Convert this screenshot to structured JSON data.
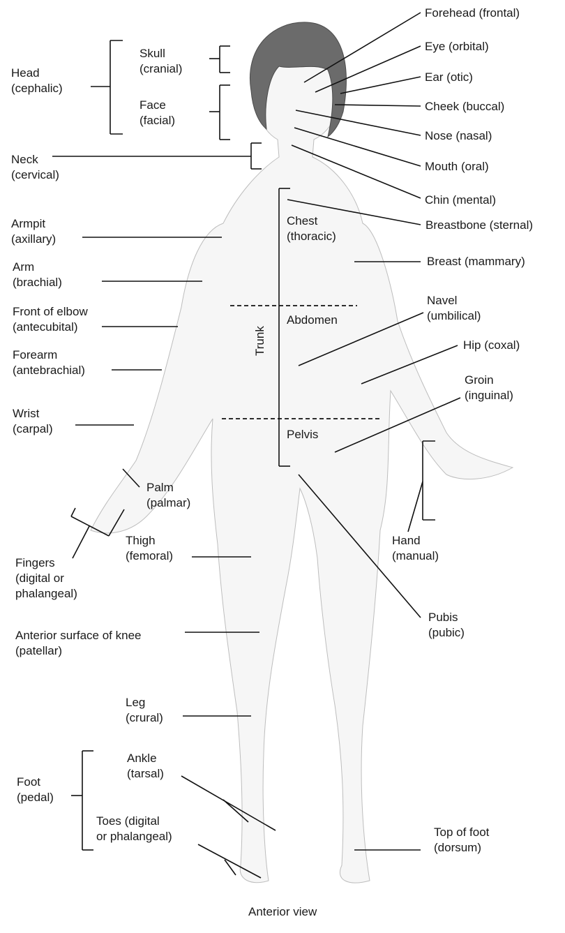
{
  "title": "Anterior view",
  "labels": {
    "head": [
      "Head",
      "(cephalic)"
    ],
    "skull": [
      "Skull",
      "(cranial)"
    ],
    "face": [
      "Face",
      "(facial)"
    ],
    "neck": [
      "Neck",
      "(cervical)"
    ],
    "forehead": [
      "Forehead (frontal)"
    ],
    "eye": [
      "Eye (orbital)"
    ],
    "ear": [
      "Ear (otic)"
    ],
    "cheek": [
      "Cheek (buccal)"
    ],
    "nose": [
      "Nose (nasal)"
    ],
    "mouth": [
      "Mouth (oral)"
    ],
    "chin": [
      "Chin (mental)"
    ],
    "armpit": [
      "Armpit",
      "(axillary)"
    ],
    "arm": [
      "Arm",
      "(brachial)"
    ],
    "elbow": [
      "Front of elbow",
      "(antecubital)"
    ],
    "forearm": [
      "Forearm",
      "(antebrachial)"
    ],
    "wrist": [
      "Wrist",
      "(carpal)"
    ],
    "palm": [
      "Palm",
      "(palmar)"
    ],
    "fingers": [
      "Fingers",
      "(digital or",
      "phalangeal)"
    ],
    "chest": [
      "Chest",
      "(thoracic)"
    ],
    "abdomen": [
      "Abdomen"
    ],
    "pelvis": [
      "Pelvis"
    ],
    "trunk": [
      "Trunk"
    ],
    "breastbone": [
      "Breastbone (sternal)"
    ],
    "breast": [
      "Breast (mammary)"
    ],
    "navel": [
      "Navel",
      "(umbilical)"
    ],
    "hip": [
      "Hip (coxal)"
    ],
    "groin": [
      "Groin",
      "(inguinal)"
    ],
    "hand": [
      "Hand",
      "(manual)"
    ],
    "pubis": [
      "Pubis",
      "(pubic)"
    ],
    "thigh": [
      "Thigh",
      "(femoral)"
    ],
    "knee": [
      "Anterior surface of knee",
      "(patellar)"
    ],
    "leg": [
      "Leg",
      "(crural)"
    ],
    "foot": [
      "Foot",
      "(pedal)"
    ],
    "ankle": [
      "Ankle",
      "(tarsal)"
    ],
    "toes": [
      "Toes (digital",
      "or phalangeal)"
    ],
    "top_of_foot": [
      "Top of foot",
      "(dorsum)"
    ]
  }
}
